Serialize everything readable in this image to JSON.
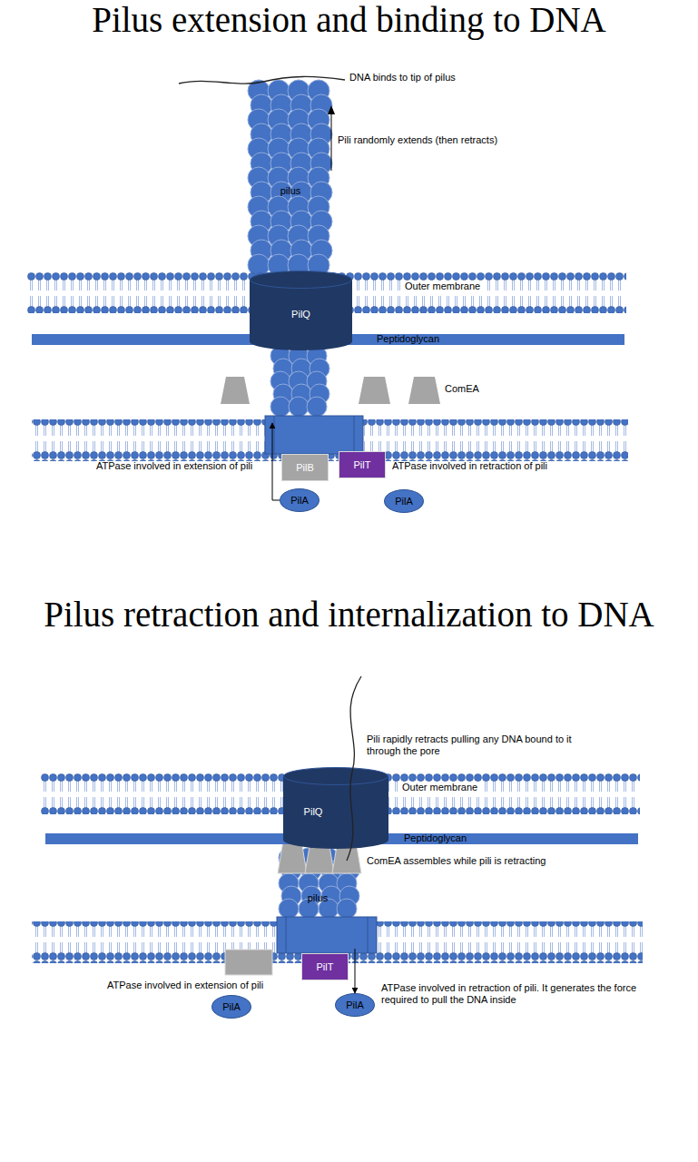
{
  "diagram": {
    "title": "Pilus extension and binding to DNA",
    "nodes": [
      {
        "text": [
          "pilus"
        ]
      },
      {
        "text": [
          "Outer membrane"
        ]
      },
      {
        "text": [
          "PilQ"
        ]
      },
      {
        "text": [
          "Peptidoglycan"
        ]
      },
      {
        "text": [
          "PilB"
        ]
      },
      {
        "text": [
          "PilT"
        ]
      },
      {
        "text": [
          "PilA"
        ]
      },
      {
        "text": [
          "PilA"
        ]
      },
      {
        "text": [
          "PilQ"
        ]
      },
      {
        "text": [
          "Outer membrane"
        ]
      },
      {
        "text": [
          "Peptidoglycan"
        ]
      },
      {
        "text": [
          "pilus"
        ]
      },
      {
        "text": [
          "PilT"
        ]
      },
      {
        "text": [
          "PilA"
        ]
      },
      {
        "text": [
          "PilA"
        ]
      }
    ],
    "edges": [
      {
        "from": 6,
        "to": 0,
        "arrow": "to"
      },
      {
        "from": 11,
        "to": 14,
        "arrow": "to"
      }
    ],
    "labels": [
      "DNA binds to tip of pilus",
      "Pili randomly extends (then retracts)",
      "ComEA",
      "ATPase involved in extension of pili",
      "ATPase involved in retraction of pili",
      "Pilus retraction and internalization to DNA",
      "Pili rapidly retracts pulling any DNA bound to it through the pore",
      "ComEA assembles while pili is retracting",
      "ATPase involved in extension of pili",
      "ATPase involved in retraction of pili. It generates the force required to pull the DNA inside"
    ]
  }
}
